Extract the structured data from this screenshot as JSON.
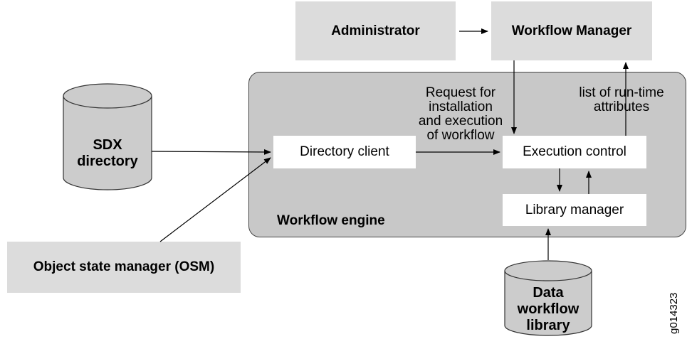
{
  "nodes": {
    "administrator": "Administrator",
    "workflow_manager": "Workflow Manager",
    "sdx_directory": [
      "SDX",
      "directory"
    ],
    "directory_client": "Directory client",
    "execution_control": "Execution control",
    "library_manager": "Library manager",
    "workflow_engine": "Workflow engine",
    "object_state_manager": "Object state manager (OSM)",
    "data_workflow_library": [
      "Data",
      "workflow",
      "library"
    ]
  },
  "labels": {
    "request": [
      "Request for",
      "installation",
      "and execution",
      "of workflow"
    ],
    "runtime": [
      "list of run-time",
      "attributes"
    ]
  },
  "figure_id": "g014323"
}
